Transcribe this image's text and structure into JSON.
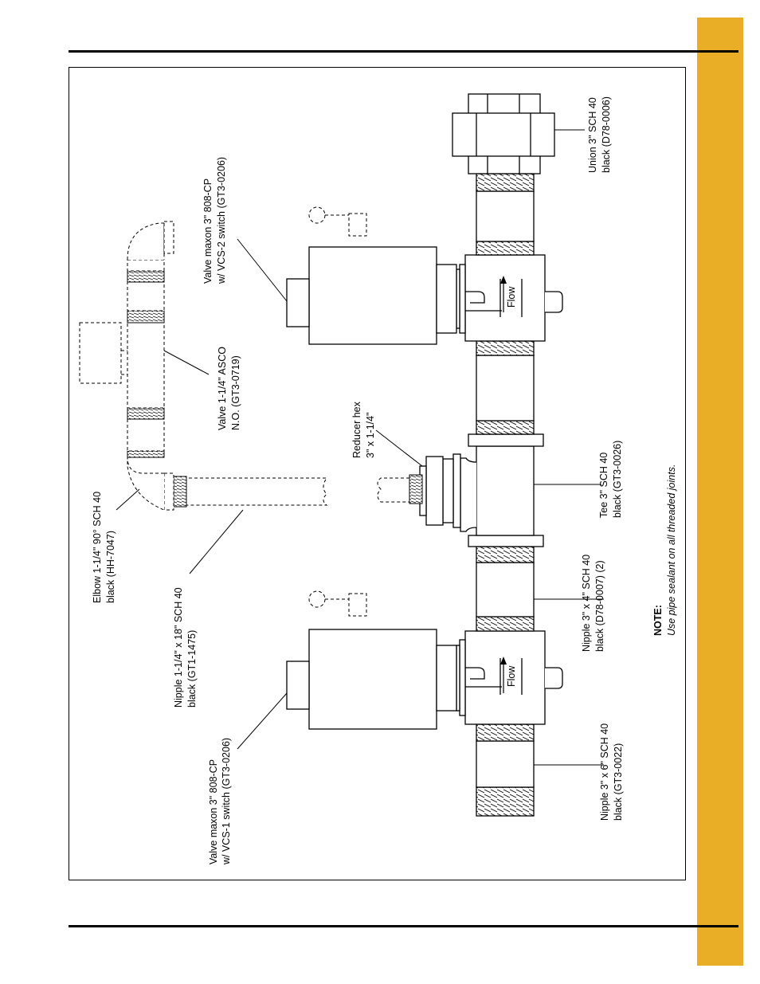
{
  "theme": {
    "accent": "#E9AE25",
    "line": "#000000"
  },
  "labels": {
    "valve_left": [
      "Valve maxon 3\" 808-CP",
      "w/ VCS-1 switch (GT3-0206)"
    ],
    "valve_right": [
      "Valve maxon 3\" 808-CP",
      "w/ VCS-2 switch (GT3-0206)"
    ],
    "nipple_long": [
      "Nipple 1-1/4\" x 18\" SCH 40",
      "black (GT1-1475)"
    ],
    "elbow": [
      "Elbow 1-1/4\" 90° SCH 40",
      "black (HH-7047)"
    ],
    "asco": [
      "Valve 1-1/4\" ASCO",
      "N.O. (GT3-0719)"
    ],
    "reducer": [
      "Reducer hex",
      "3\" x 1-1/4\""
    ],
    "nipple_6": [
      "Nipple 3\" x 6\" SCH 40",
      "black (GT3-0022)"
    ],
    "nipple_4": [
      "Nipple 3\" x 4\" SCH 40",
      "black (D78-0007) (2)"
    ],
    "tee": [
      "Tee 3\" SCH 40",
      "black (GT3-0026)"
    ],
    "union": [
      "Union 3\" SCH 40",
      "black (D78-0006)"
    ],
    "flow": "Flow"
  },
  "note": {
    "title": "NOTE:",
    "body": "Use pipe sealant on all threaded joints."
  }
}
